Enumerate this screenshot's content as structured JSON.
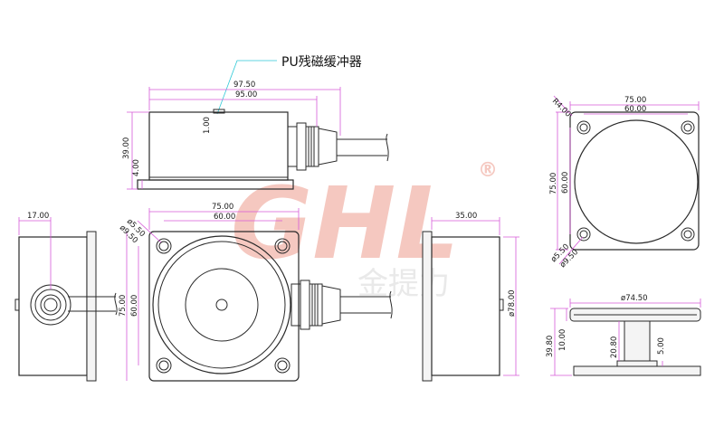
{
  "title": "PU残磁缓冲器",
  "watermark": {
    "logo": "GHL",
    "reg": "®",
    "cn": "金提力"
  },
  "colors": {
    "dimension": "#d65ad8",
    "leader": "#2ec9d6",
    "outline": "#2a2a2a",
    "watermark": "#f5c8c0"
  },
  "front_view": {
    "overall": "97.50",
    "body": "95.00",
    "height": "39.00",
    "base": "4.00",
    "sensor": "1.00"
  },
  "top_view": {
    "outer": "75.00",
    "holes": "60.00",
    "hole_a": "ø5.50",
    "hole_b": "ø9.50"
  },
  "left_view": {
    "width": "17.00"
  },
  "right_view": {
    "width": "35.00",
    "dia": "ø78.00"
  },
  "detail_top": {
    "radius": "R4.00",
    "outer": "75.00",
    "holes": "60.00",
    "hole_a": "ø5.50",
    "hole_b": "ø9.50"
  },
  "detail_side": {
    "dia": "ø74.50",
    "total": "39.80",
    "plate": "10.00",
    "stem": "20.80",
    "base": "5.00"
  }
}
